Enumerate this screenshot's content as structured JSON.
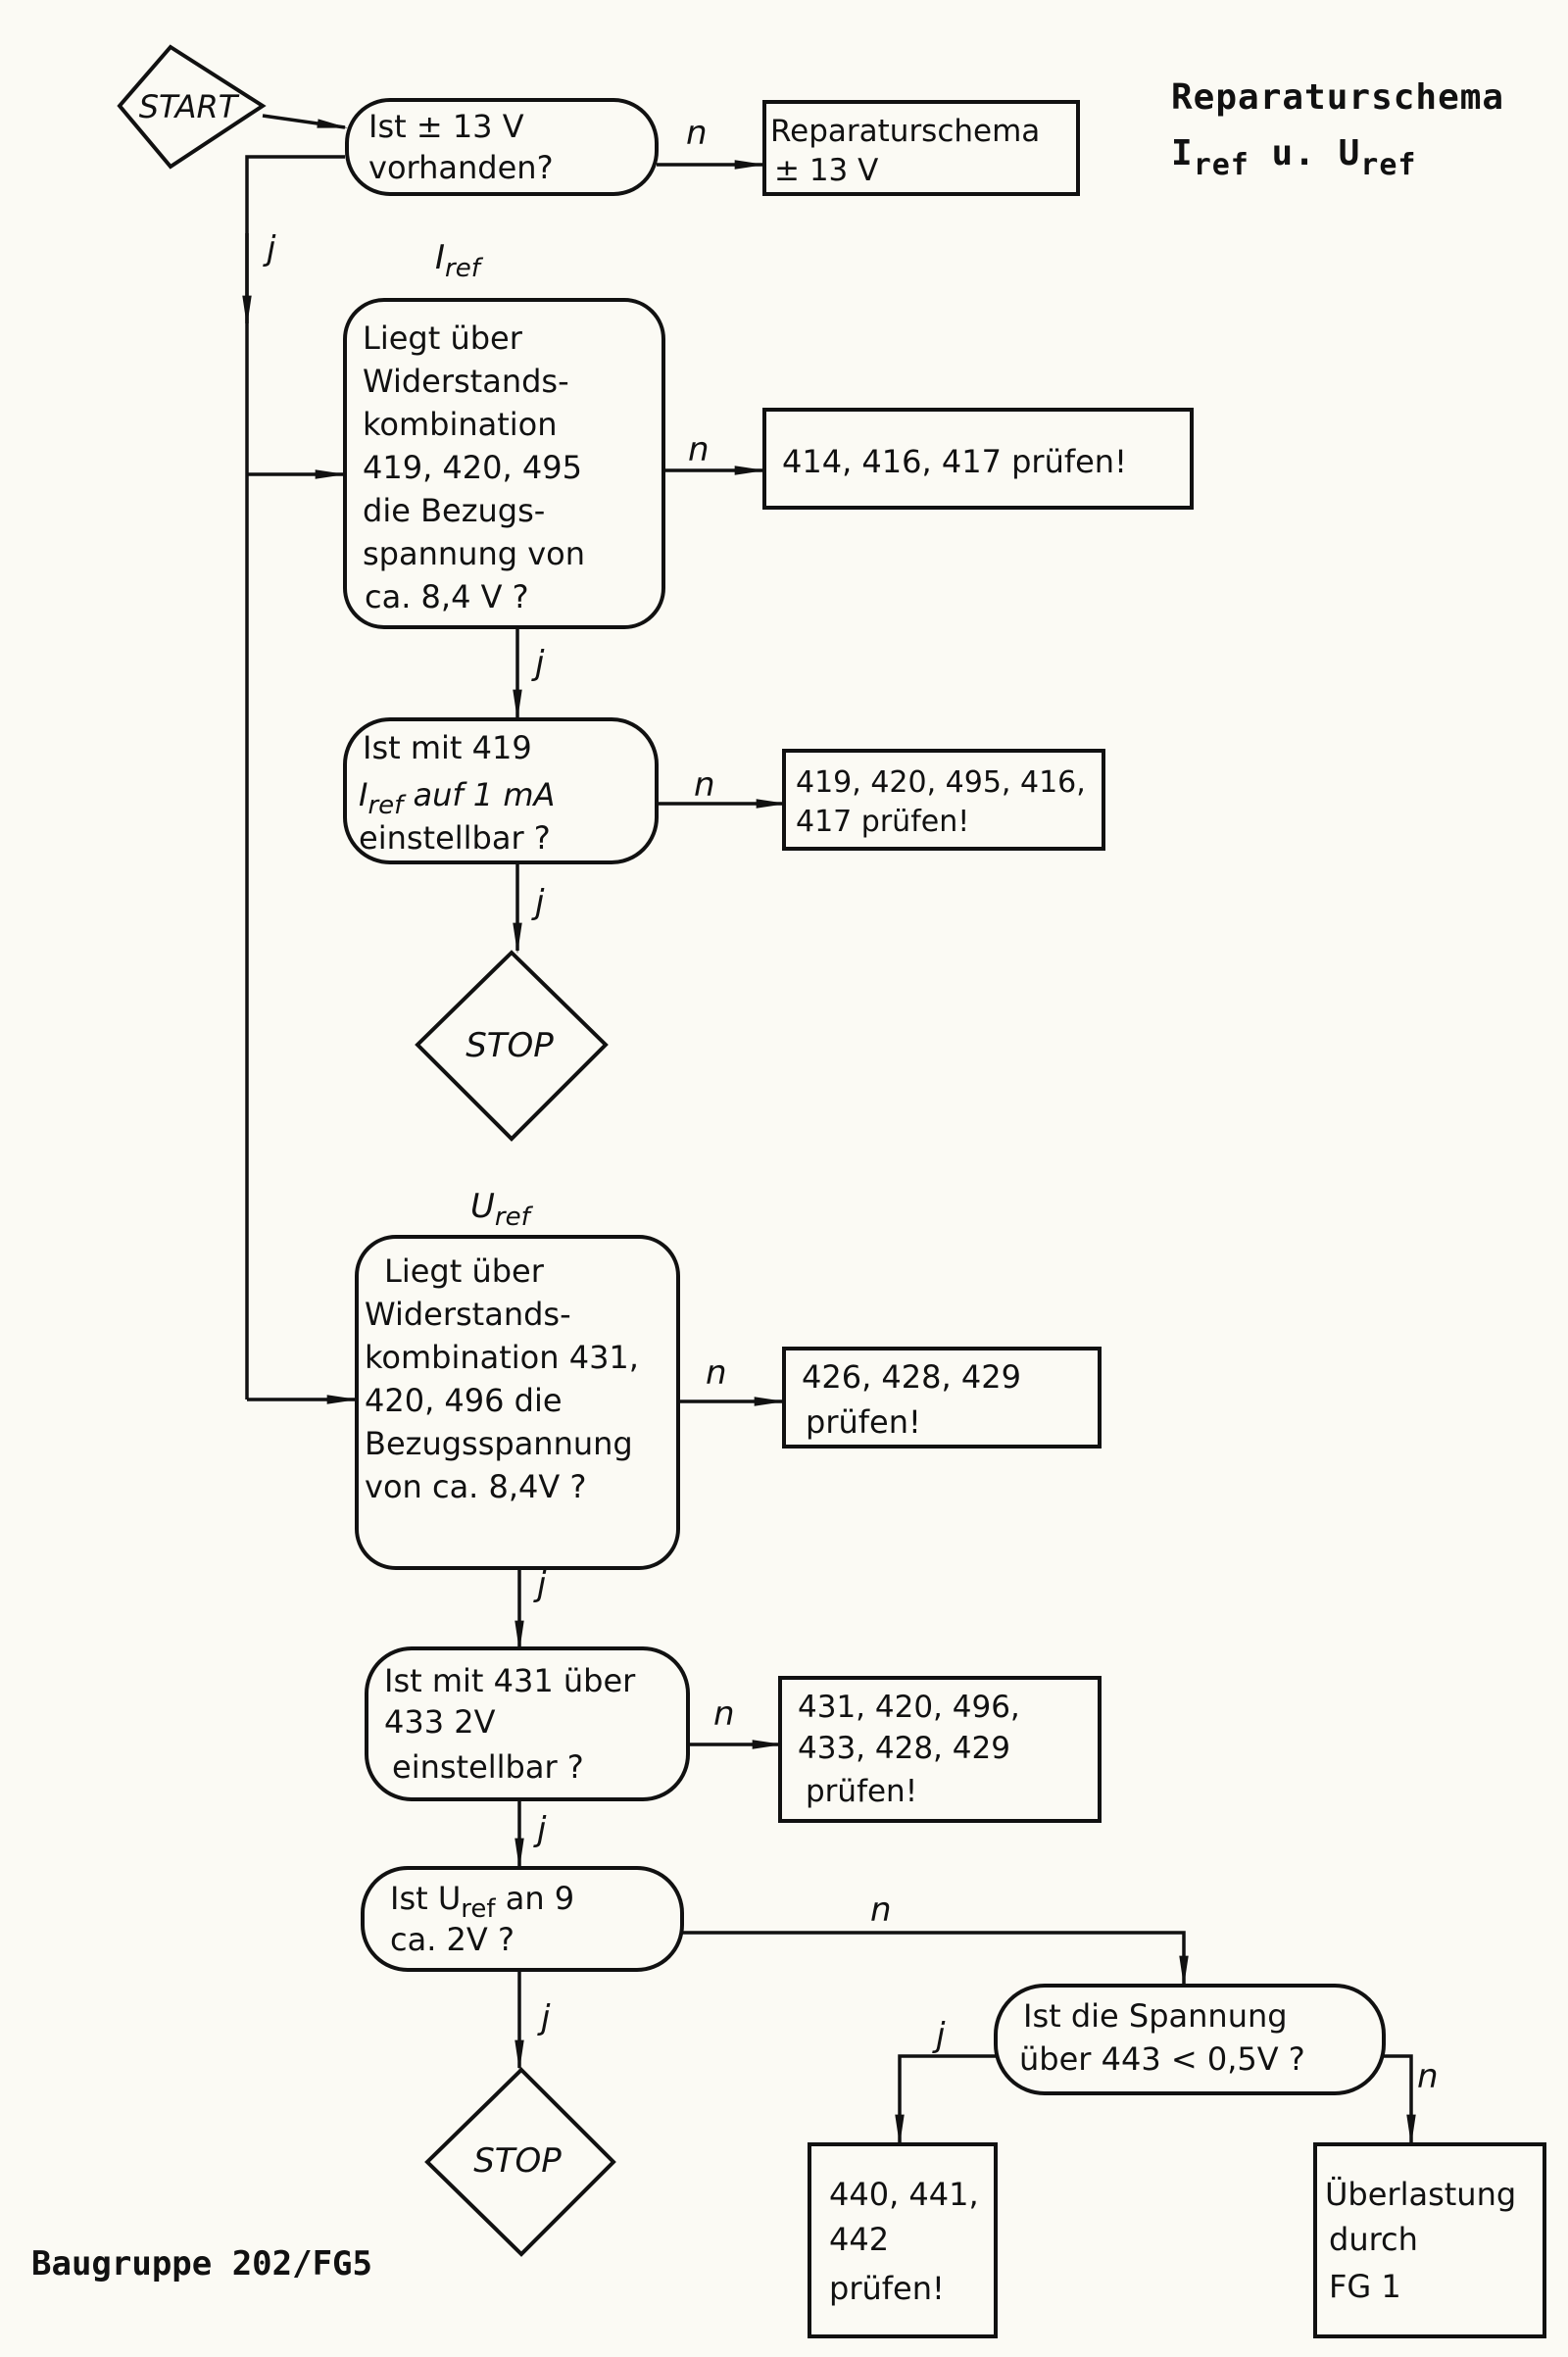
{
  "title": {
    "line1": "Reparaturschema",
    "iref_main": "I",
    "iref_sub": "ref",
    "mid": " u. ",
    "uref_main": "U",
    "uref_sub": "ref"
  },
  "footer": "Baugruppe 202/FG5",
  "labels": {
    "yes": "j",
    "no": "n"
  },
  "section_labels": {
    "iref_main": "I",
    "iref_sub": "ref",
    "uref_main": "U",
    "uref_sub": "ref"
  },
  "nodes": {
    "start": "START",
    "q_13v": [
      "Ist ± 13 V",
      "vorhanden?"
    ],
    "a_13v": [
      "Reparaturschema",
      "± 13 V"
    ],
    "q_iref_ref": [
      "Liegt über",
      "Widerstands-",
      "kombination",
      "419, 420, 495",
      "die Bezugs-",
      "spannung von",
      "ca. 8,4 V ?"
    ],
    "a_iref_ref": [
      "414, 416, 417 prüfen!"
    ],
    "q_iref_set_l1": "Ist mit 419",
    "q_iref_set_l2_main": "I",
    "q_iref_set_l2_sub": "ref",
    "q_iref_set_l2_rest": " auf 1 mA",
    "q_iref_set_l3": "einstellbar ?",
    "a_iref_set": [
      "419, 420, 495, 416,",
      "417 prüfen!"
    ],
    "stop1": "STOP",
    "q_uref_ref": [
      "Liegt über",
      "Widerstands-",
      "kombination 431,",
      "420, 496 die",
      "Bezugsspannung",
      "von ca. 8,4V ?"
    ],
    "a_uref_ref": [
      "426, 428, 429",
      "prüfen!"
    ],
    "q_uref_set": [
      "Ist mit 431 über",
      "433  2V",
      "einstellbar ?"
    ],
    "a_uref_set": [
      "431, 420, 496,",
      "433, 428, 429",
      "prüfen!"
    ],
    "q_uref9_l1_main": "Ist U",
    "q_uref9_l1_sub": "ref",
    "q_uref9_l1_rest": " an 9",
    "q_uref9_l2": "ca. 2V ?",
    "stop2": "STOP",
    "q_443": [
      "Ist die Spannung",
      "über 443 < 0,5V ?"
    ],
    "a_443_yes": [
      "440, 441,",
      "442",
      "prüfen!"
    ],
    "a_443_no": [
      "Überlastung",
      "durch",
      "FG 1"
    ]
  }
}
